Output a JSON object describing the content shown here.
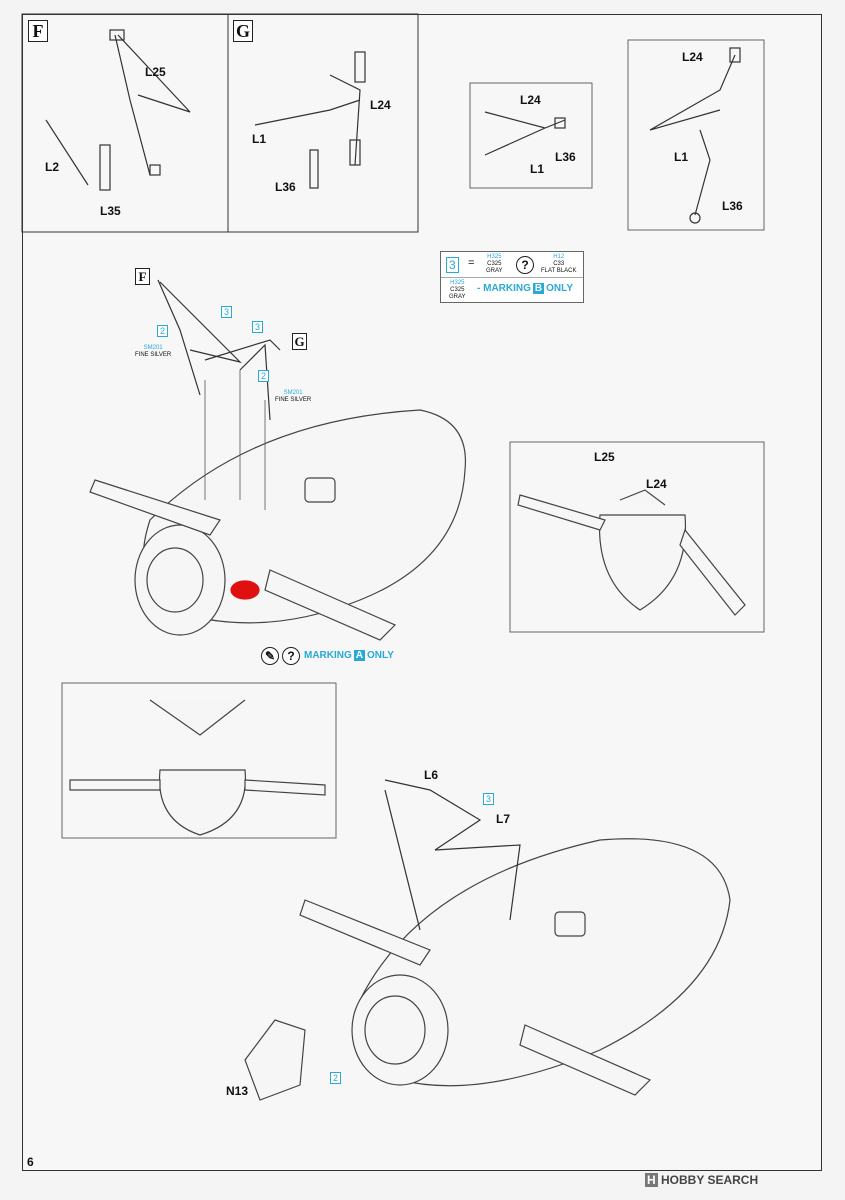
{
  "steps": {
    "f": "F",
    "g": "G"
  },
  "labels": {
    "l25": "L25",
    "l2": "L2",
    "l35": "L35",
    "l24": "L24",
    "l1": "L1",
    "l36": "L36",
    "l6": "L6",
    "l7": "L7",
    "n13": "N13"
  },
  "colors": {
    "c2": "2",
    "c3": "3",
    "fine_silver_code": "SM201",
    "fine_silver": "FINE SILVER"
  },
  "legend": {
    "num": "3",
    "equals": "=",
    "a_code": "H325",
    "a_name": "C325",
    "a_color": "GRAY",
    "b_code": "H12",
    "b_name": "C33",
    "b_color": "FLAT BLACK",
    "c_code": "H325",
    "c_name": "C325",
    "c_color": "GRAY",
    "marking_prefix": "- MARKING",
    "marking_letter": "B",
    "marking_suffix": "ONLY"
  },
  "marking_a": {
    "prefix": "MARKING",
    "letter": "A",
    "suffix": "ONLY"
  },
  "page_number": "6",
  "watermark": {
    "box": "H",
    "text": "HOBBY SEARCH"
  }
}
